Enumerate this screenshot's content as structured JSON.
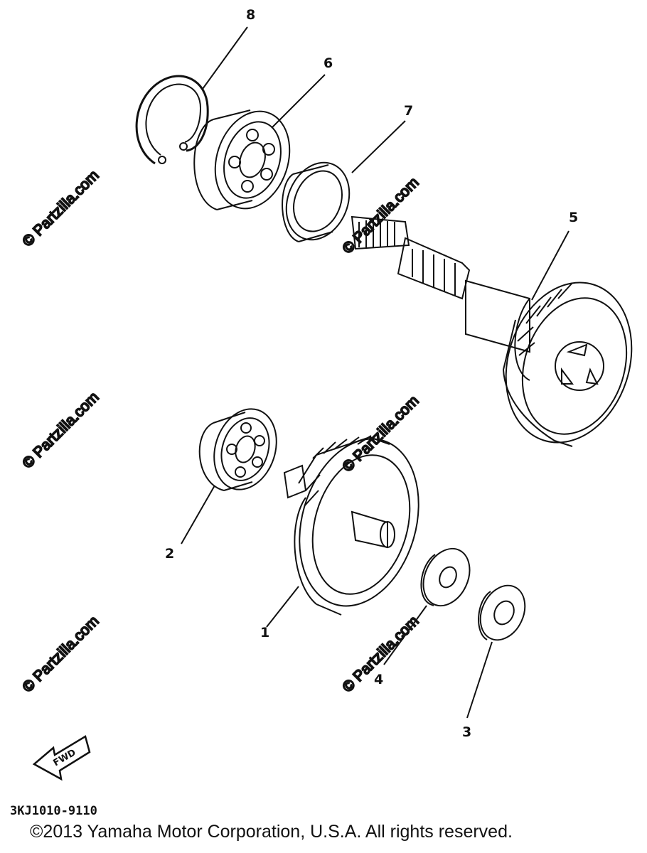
{
  "callouts": {
    "p1": "1",
    "p2": "2",
    "p3": "3",
    "p4": "4",
    "p5": "5",
    "p6": "6",
    "p7": "7",
    "p8": "8"
  },
  "fwd_label": "FWD",
  "part_code": "3KJ1010-9110",
  "watermark": "© Partzilla.com",
  "copyright": "©2013  Yamaha Motor Corporation, U.S.A. All rights reserved."
}
